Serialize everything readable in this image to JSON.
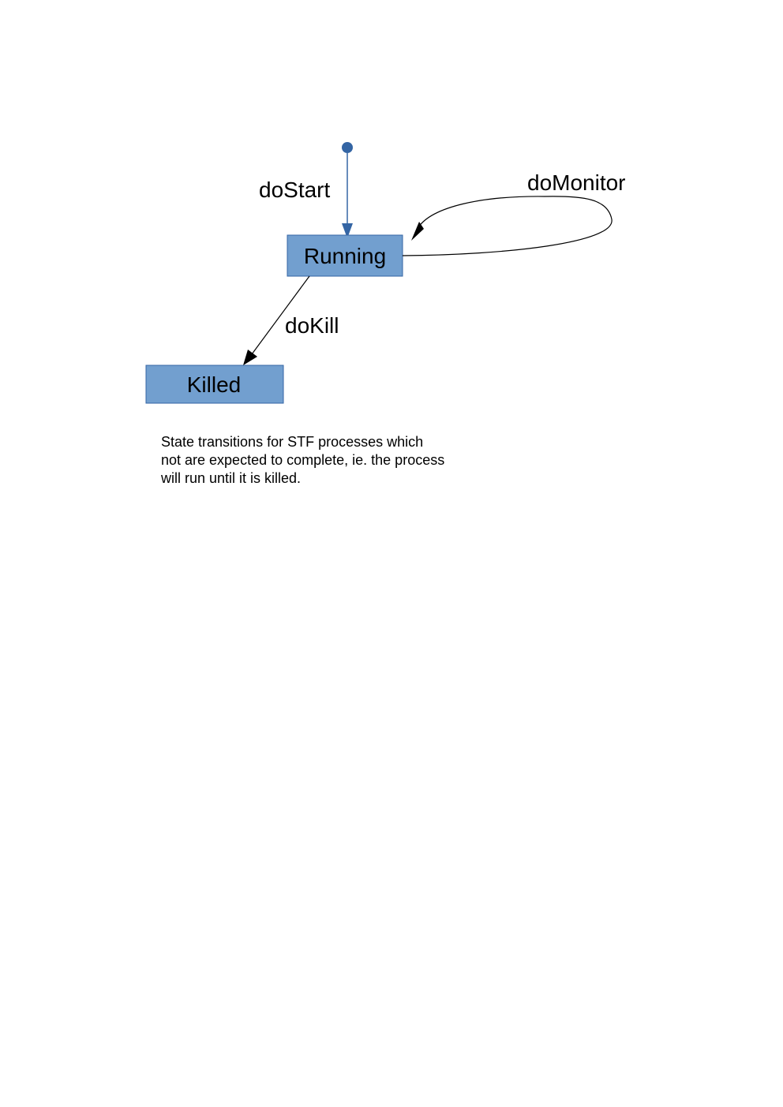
{
  "diagram": {
    "states": {
      "running": "Running",
      "killed": "Killed"
    },
    "transitions": {
      "start": "doStart",
      "monitor": "doMonitor",
      "kill": "doKill"
    },
    "colors": {
      "state_fill": "#729fcf",
      "state_stroke": "#3465a4",
      "initial_node": "#3465a4",
      "start_arrow": "#3465a4",
      "arrow": "#000000"
    }
  },
  "caption": {
    "lines": [
      "State transitions for STF processes which",
      "not are expected to complete, ie. the process",
      "will run until it is killed."
    ]
  }
}
